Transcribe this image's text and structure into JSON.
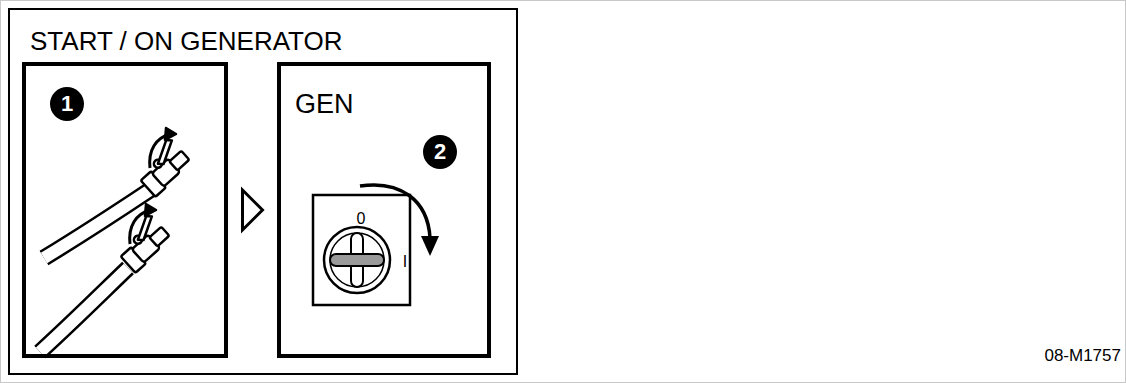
{
  "diagram": {
    "nodes": [
      {
        "text": [
          "START / ON GENERATOR"
        ]
      },
      {
        "text": [
          "1"
        ],
        "in": 0
      },
      {
        "text": [
          "GEN",
          "2",
          "0",
          "I"
        ],
        "in": 0
      }
    ],
    "edges": [
      {
        "from": 1,
        "to": 2,
        "arrow": "to"
      }
    ],
    "labels": [
      "08-M1757"
    ]
  }
}
